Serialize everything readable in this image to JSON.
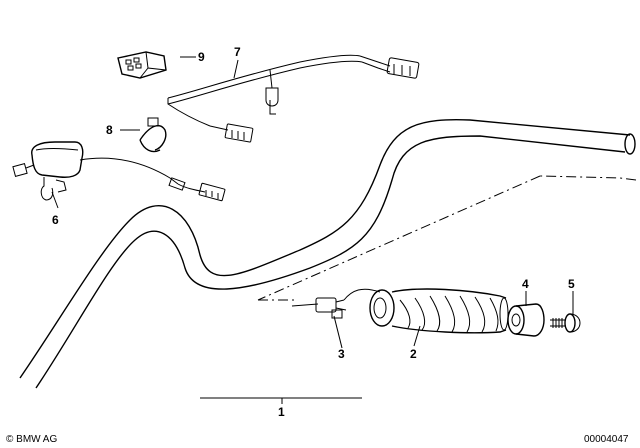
{
  "diagram": {
    "callouts": {
      "c1": "1",
      "c2": "2",
      "c3": "3",
      "c4": "4",
      "c5": "5",
      "c6": "6",
      "c7": "7",
      "c8": "8",
      "c9": "9"
    },
    "copyright": "© BMW AG",
    "drawing_number": "00004047"
  }
}
